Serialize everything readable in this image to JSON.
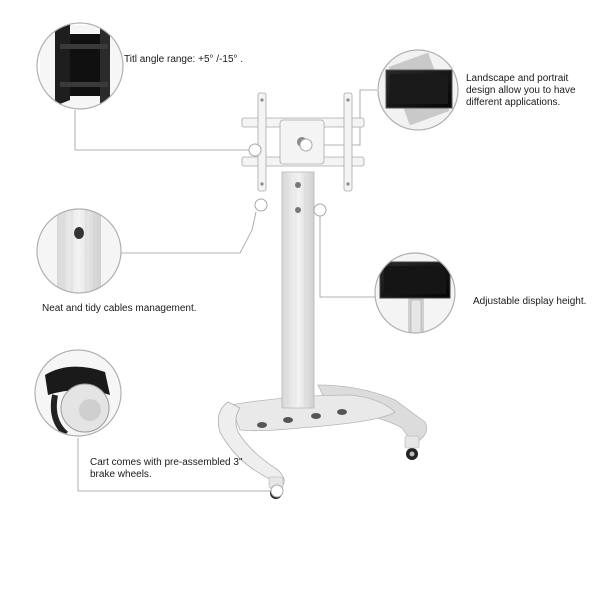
{
  "callouts": {
    "tilt": {
      "text": "Titl angle range: +5°  /-15°  ."
    },
    "orientation": {
      "lines": [
        "Landscape and portrait",
        "design allow you to have",
        "different applications."
      ]
    },
    "cables": {
      "text": "Neat and tidy cables management."
    },
    "height": {
      "text": "Adjustable display height."
    },
    "wheels": {
      "lines": [
        "Cart comes with pre-assembled 3\"",
        "brake wheels."
      ]
    }
  },
  "colors": {
    "leader_line": "#9a9a9a",
    "stand_metal": "#e2e2e2",
    "stand_shadow": "#c9c9c9",
    "screen": "#111111",
    "bracket_black": "#1e1e1e"
  },
  "icons": {
    "tilt": "tilt-bracket-detail",
    "orientation": "tv-rotate-detail",
    "cables": "cable-hole-detail",
    "height": "height-adjust-detail",
    "wheels": "caster-wheel-detail"
  }
}
